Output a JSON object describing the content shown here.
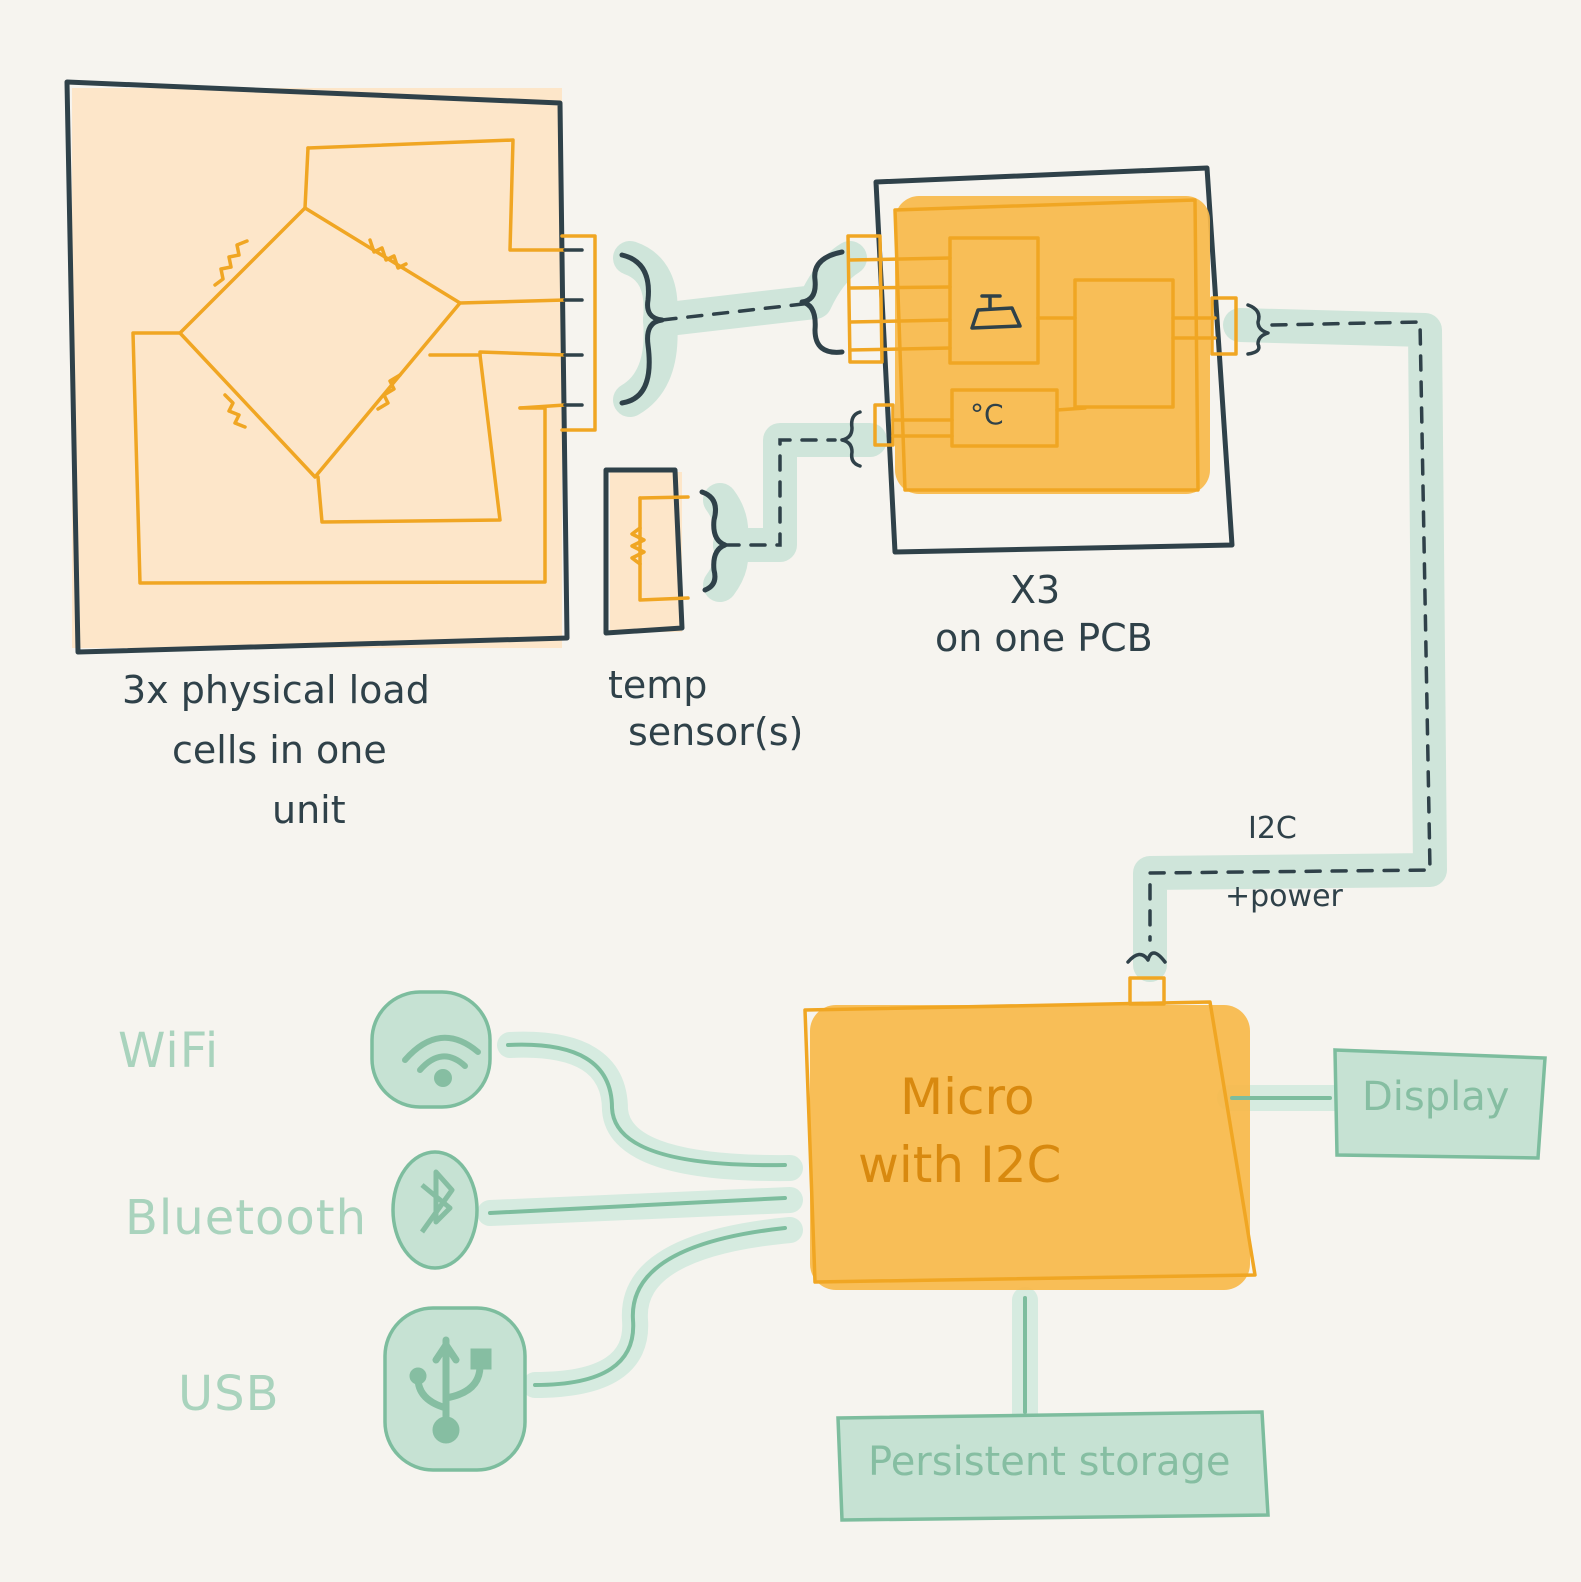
{
  "labels": {
    "load_cells": [
      "3x physical load",
      "cells in one",
      "unit"
    ],
    "temp_sensor": [
      "temp",
      "sensor(s)"
    ],
    "pcb": [
      "X3",
      "on one PCB"
    ],
    "bus_i2c": "I2C",
    "bus_power": "+power",
    "micro": [
      "Micro",
      "with I2C"
    ],
    "display": "Display",
    "storage": "Persistent storage",
    "wifi": "WiFi",
    "bluetooth": "Bluetooth",
    "usb": "USB",
    "celsius": "°C"
  },
  "colors": {
    "background": "#f6f4ef",
    "ink": "#2f4149",
    "orange": "#f0a623",
    "orange_fill": "#f7b84a",
    "peach_fill": "#fde6c9",
    "mint": "#7dbd9e",
    "mint_fill": "#c6e2d3"
  },
  "icons": [
    "wifi-icon",
    "bluetooth-icon",
    "usb-icon",
    "resistor-icon",
    "thermometer-icon"
  ]
}
